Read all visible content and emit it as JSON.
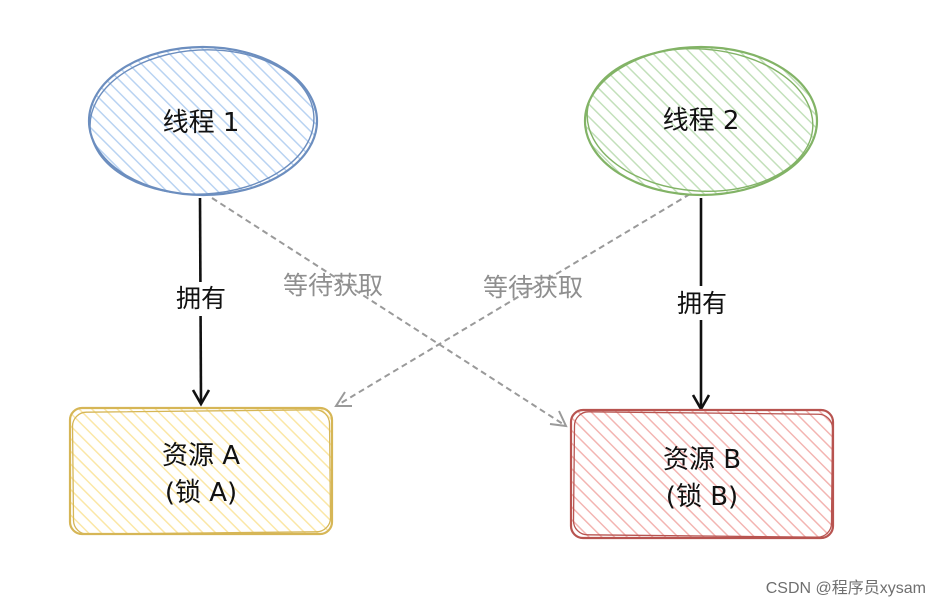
{
  "nodes": {
    "thread1": {
      "label": "线程 1"
    },
    "thread2": {
      "label": "线程 2"
    },
    "resourceA": {
      "line1": "资源 A",
      "line2": "(锁 A)"
    },
    "resourceB": {
      "line1": "资源 B",
      "line2": "(锁 B)"
    }
  },
  "edges": {
    "t1_owns_a": "拥有",
    "t2_owns_b": "拥有",
    "t1_waits_b": "等待获取",
    "t2_waits_a": "等待获取"
  },
  "colors": {
    "thread1_stroke": "#6c8ebf",
    "thread1_fill": "#dae8fc",
    "thread2_stroke": "#82b366",
    "thread2_fill": "#d5e8d4",
    "resourceA_stroke": "#d6b656",
    "resourceA_fill": "#fff2cc",
    "resourceB_stroke": "#b85450",
    "resourceB_fill": "#f8cecc",
    "arrow_dark": "#111111",
    "arrow_gray": "#9a9a9a"
  },
  "watermark": "CSDN @程序员xysam"
}
